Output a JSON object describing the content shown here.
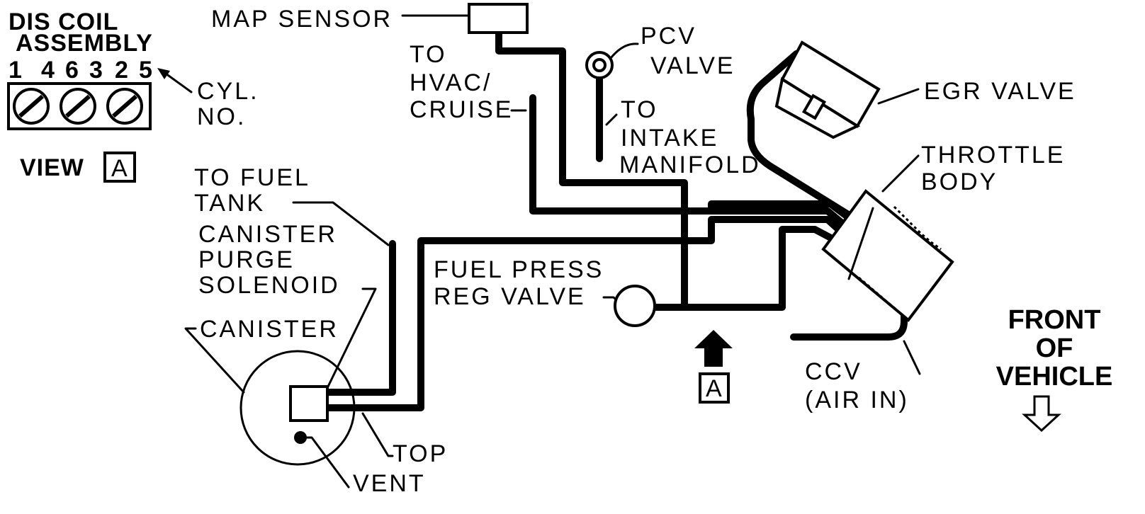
{
  "labels": {
    "dis_coil_line1": "DIS COIL",
    "dis_coil_line2": "ASSEMBLY",
    "coil_numbers": [
      "1",
      "4",
      "6",
      "3",
      "2",
      "5"
    ],
    "cyl_line1": "CYL.",
    "cyl_line2": "NO.",
    "view": "VIEW",
    "view_marker": "A",
    "map_sensor": "MAP SENSOR",
    "to_hvac_line1": "TO",
    "to_hvac_line2": "HVAC/",
    "to_hvac_line3": "CRUISE",
    "pcv_line1": "PCV",
    "pcv_line2": "VALVE",
    "to_intake_line1": "TO",
    "to_intake_line2": "INTAKE",
    "to_intake_line3": "MANIFOLD",
    "egr_valve": "EGR VALVE",
    "throttle_line1": "THROTTLE",
    "throttle_line2": "BODY",
    "to_fuel_line1": "TO FUEL",
    "to_fuel_line2": "TANK",
    "purge_line1": "CANISTER",
    "purge_line2": "PURGE",
    "purge_line3": "SOLENOID",
    "canister": "CANISTER",
    "fuel_press_line1": "FUEL PRESS",
    "fuel_press_line2": "REG VALVE",
    "arrow_marker": "A",
    "ccv_line1": "CCV",
    "ccv_line2": "(AIR IN)",
    "front_line1": "FRONT",
    "front_line2": "OF",
    "front_line3": "VEHICLE",
    "top": "TOP",
    "vent": "VENT"
  },
  "colors": {
    "ink": "#000000",
    "paper": "#ffffff"
  }
}
